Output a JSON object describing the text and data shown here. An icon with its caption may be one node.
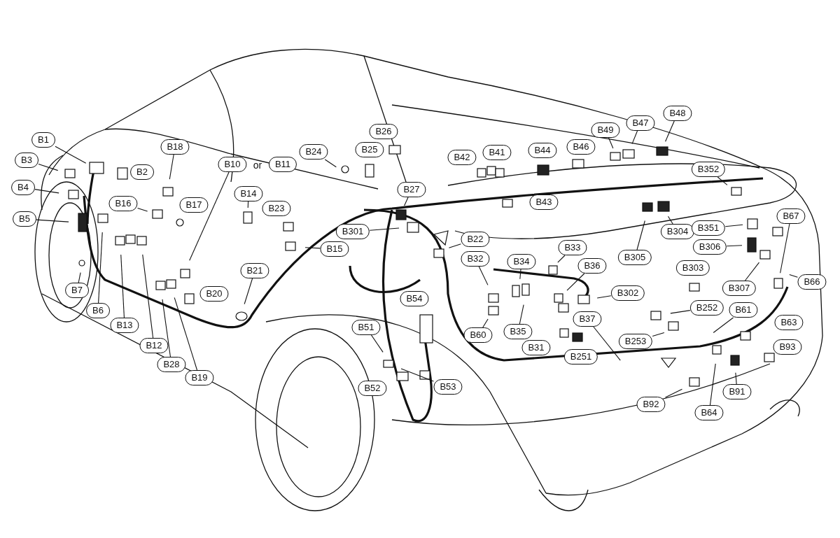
{
  "diagram": {
    "nodes": [
      {
        "text": [
          "B48"
        ]
      },
      {
        "text": [
          "B49"
        ]
      },
      {
        "text": [
          "B47"
        ]
      },
      {
        "text": [
          "B26"
        ]
      },
      {
        "text": [
          "B1"
        ]
      },
      {
        "text": [
          "B18"
        ]
      },
      {
        "text": [
          "B44"
        ]
      },
      {
        "text": [
          "B46"
        ]
      },
      {
        "text": [
          "B42"
        ]
      },
      {
        "text": [
          "B41"
        ]
      },
      {
        "text": [
          "B25"
        ]
      },
      {
        "text": [
          "B24"
        ]
      },
      {
        "text": [
          "B3"
        ]
      },
      {
        "text": [
          "B10"
        ]
      },
      {
        "text": [
          "B11"
        ]
      },
      {
        "text": [
          "B2"
        ]
      },
      {
        "text": [
          "B352"
        ]
      },
      {
        "text": [
          "B4"
        ]
      },
      {
        "text": [
          "B27"
        ]
      },
      {
        "text": [
          "B14"
        ]
      },
      {
        "text": [
          "B43"
        ]
      },
      {
        "text": [
          "B16"
        ]
      },
      {
        "text": [
          "B17"
        ]
      },
      {
        "text": [
          "B23"
        ]
      },
      {
        "text": [
          "B5"
        ]
      },
      {
        "text": [
          "B301"
        ]
      },
      {
        "text": [
          "B304"
        ]
      },
      {
        "text": [
          "B351"
        ]
      },
      {
        "text": [
          "B67"
        ]
      },
      {
        "text": [
          "B22"
        ]
      },
      {
        "text": [
          "B15"
        ]
      },
      {
        "text": [
          "B33"
        ]
      },
      {
        "text": [
          "B306"
        ]
      },
      {
        "text": [
          "B305"
        ]
      },
      {
        "text": [
          "B32"
        ]
      },
      {
        "text": [
          "B34"
        ]
      },
      {
        "text": [
          "B36"
        ]
      },
      {
        "text": [
          "B21"
        ]
      },
      {
        "text": [
          "B303"
        ]
      },
      {
        "text": [
          "B7"
        ]
      },
      {
        "text": [
          "B20"
        ]
      },
      {
        "text": [
          "B307"
        ]
      },
      {
        "text": [
          "B66"
        ]
      },
      {
        "text": [
          "B302"
        ]
      },
      {
        "text": [
          "B54"
        ]
      },
      {
        "text": [
          "B6"
        ]
      },
      {
        "text": [
          "B252"
        ]
      },
      {
        "text": [
          "B61"
        ]
      },
      {
        "text": [
          "B37"
        ]
      },
      {
        "text": [
          "B13"
        ]
      },
      {
        "text": [
          "B35"
        ]
      },
      {
        "text": [
          "B60"
        ]
      },
      {
        "text": [
          "B253"
        ]
      },
      {
        "text": [
          "B31"
        ]
      },
      {
        "text": [
          "B63"
        ]
      },
      {
        "text": [
          "B93"
        ]
      },
      {
        "text": [
          "B12"
        ]
      },
      {
        "text": [
          "B51"
        ]
      },
      {
        "text": [
          "B251"
        ]
      },
      {
        "text": [
          "B28"
        ]
      },
      {
        "text": [
          "B19"
        ]
      },
      {
        "text": [
          "B91"
        ]
      },
      {
        "text": [
          "B52"
        ]
      },
      {
        "text": [
          "B53"
        ]
      },
      {
        "text": [
          "B92"
        ]
      },
      {
        "text": [
          "B64"
        ]
      }
    ],
    "edges": [
      {
        "from": 0,
        "to": null,
        "arrow": "none"
      },
      {
        "from": 1,
        "to": null,
        "arrow": "none"
      },
      {
        "from": 2,
        "to": null,
        "arrow": "none"
      },
      {
        "from": 4,
        "to": null,
        "arrow": "none"
      },
      {
        "from": 5,
        "to": null,
        "arrow": "none"
      },
      {
        "from": 11,
        "to": null,
        "arrow": "none"
      },
      {
        "from": 12,
        "to": null,
        "arrow": "none"
      },
      {
        "from": 13,
        "to": null,
        "arrow": "none"
      },
      {
        "from": 16,
        "to": null,
        "arrow": "none"
      },
      {
        "from": 17,
        "to": null,
        "arrow": "none"
      },
      {
        "from": 18,
        "to": null,
        "arrow": "none"
      },
      {
        "from": 19,
        "to": null,
        "arrow": "none"
      },
      {
        "from": 21,
        "to": null,
        "arrow": "none"
      },
      {
        "from": 24,
        "to": null,
        "arrow": "none"
      },
      {
        "from": 25,
        "to": null,
        "arrow": "none"
      },
      {
        "from": 26,
        "to": null,
        "arrow": "none"
      },
      {
        "from": 27,
        "to": null,
        "arrow": "none"
      },
      {
        "from": 28,
        "to": null,
        "arrow": "none"
      },
      {
        "from": 29,
        "to": null,
        "arrow": "none"
      },
      {
        "from": 30,
        "to": null,
        "arrow": "none"
      },
      {
        "from": 31,
        "to": null,
        "arrow": "none"
      },
      {
        "from": 32,
        "to": null,
        "arrow": "none"
      },
      {
        "from": 33,
        "to": null,
        "arrow": "none"
      },
      {
        "from": 34,
        "to": null,
        "arrow": "none"
      },
      {
        "from": 35,
        "to": null,
        "arrow": "none"
      },
      {
        "from": 36,
        "to": null,
        "arrow": "none"
      },
      {
        "from": 37,
        "to": null,
        "arrow": "none"
      },
      {
        "from": 39,
        "to": null,
        "arrow": "none"
      },
      {
        "from": 41,
        "to": null,
        "arrow": "none"
      },
      {
        "from": 42,
        "to": null,
        "arrow": "none"
      },
      {
        "from": 43,
        "to": null,
        "arrow": "none"
      },
      {
        "from": 45,
        "to": null,
        "arrow": "none"
      },
      {
        "from": 46,
        "to": null,
        "arrow": "none"
      },
      {
        "from": 47,
        "to": null,
        "arrow": "none"
      },
      {
        "from": 48,
        "to": null,
        "arrow": "none"
      },
      {
        "from": 49,
        "to": null,
        "arrow": "none"
      },
      {
        "from": 50,
        "to": null,
        "arrow": "none"
      },
      {
        "from": 51,
        "to": null,
        "arrow": "none"
      },
      {
        "from": 52,
        "to": null,
        "arrow": "none"
      },
      {
        "from": 56,
        "to": null,
        "arrow": "none"
      },
      {
        "from": 57,
        "to": null,
        "arrow": "none"
      },
      {
        "from": 59,
        "to": null,
        "arrow": "none"
      },
      {
        "from": 60,
        "to": null,
        "arrow": "none"
      },
      {
        "from": 61,
        "to": null,
        "arrow": "none"
      },
      {
        "from": 63,
        "to": null,
        "arrow": "none"
      },
      {
        "from": 64,
        "to": null,
        "arrow": "none"
      },
      {
        "from": 65,
        "to": null,
        "arrow": "none"
      }
    ],
    "labels": [
      "or"
    ]
  }
}
